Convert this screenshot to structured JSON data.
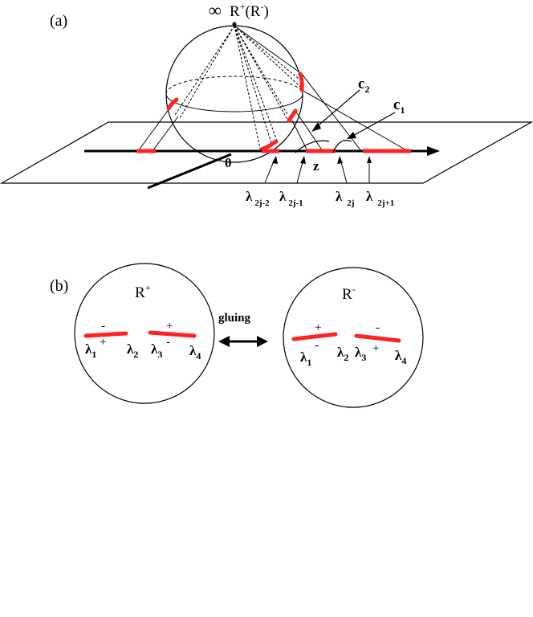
{
  "panel_a": {
    "panel_label": "(a)",
    "infinity_label": "∞",
    "top_label": "R",
    "top_sup_plus": "+",
    "top_paren": "(R",
    "top_sup_minus": "-",
    "top_close": ")",
    "origin_label": "0",
    "z_label": "z",
    "c2_label": "c",
    "c2_sub": "2",
    "c1_label": "c",
    "c1_sub": "1",
    "lambda_symbol": "λ",
    "lambda_sub_1": "2j-2",
    "lambda_sub_2": "2j-1",
    "lambda_sub_3": "2j",
    "lambda_sub_4": "2j+1"
  },
  "panel_b": {
    "panel_label": "(b)",
    "left_sheet": {
      "label": "R",
      "sup": "+"
    },
    "right_sheet": {
      "label": "R",
      "sup": "-"
    },
    "gluing_label": "gluing",
    "lambda_symbol": "λ",
    "plus": "+",
    "minus": "-",
    "idx_1": "1",
    "idx_2": "2",
    "idx_3": "3",
    "idx_4": "4"
  },
  "colors": {
    "cut": "#ff2222",
    "line": "#000000"
  }
}
